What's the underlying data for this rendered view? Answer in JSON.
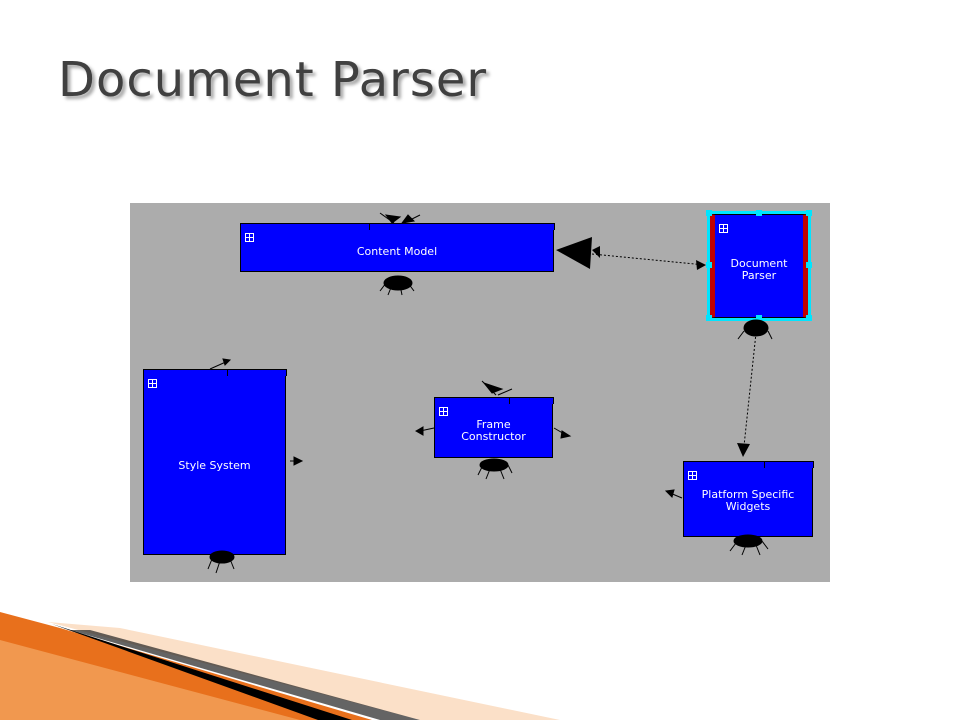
{
  "slide": {
    "title": "Document Parser"
  },
  "diagram": {
    "packages": {
      "content_model": "Content Model",
      "document_parser": "Document\nParser",
      "style_system": "Style System",
      "frame_constructor": "Frame\nConstructor",
      "platform_widgets": "Platform Specific\nWidgets"
    },
    "colors": {
      "canvas": "#acacac",
      "package_fill": "#0000ff",
      "selection": "#00e5ff",
      "selection_side": "#c00000"
    }
  }
}
